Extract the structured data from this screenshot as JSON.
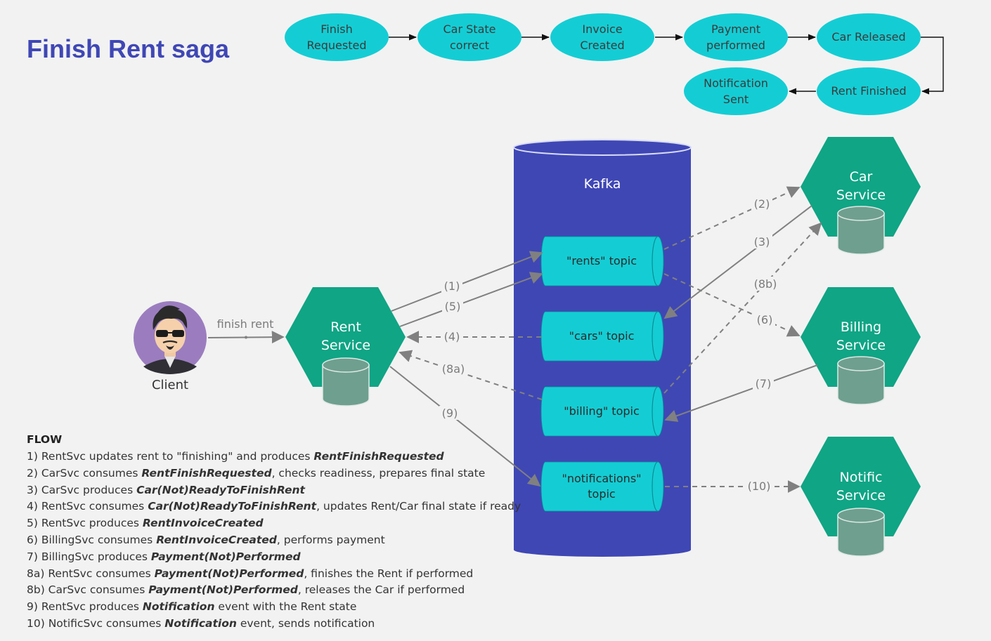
{
  "title": "Finish Rent saga",
  "colors": {
    "title": "#3f47b5",
    "state_fill": "#14cdd4",
    "service_fill": "#0fa585",
    "db_fill": "#6f9f8f",
    "kafka_fill": "#3f47b5",
    "topic_fill": "#14cdd4",
    "arrow": "#808080"
  },
  "states": [
    {
      "id": "s1",
      "lines": [
        "Finish",
        "Requested"
      ]
    },
    {
      "id": "s2",
      "lines": [
        "Car State",
        "correct"
      ]
    },
    {
      "id": "s3",
      "lines": [
        "Invoice",
        "Created"
      ]
    },
    {
      "id": "s4",
      "lines": [
        "Payment",
        "performed"
      ]
    },
    {
      "id": "s5",
      "lines": [
        "Car Released"
      ]
    },
    {
      "id": "s6",
      "lines": [
        "Rent Finished"
      ]
    },
    {
      "id": "s7",
      "lines": [
        "Notification",
        "Sent"
      ]
    }
  ],
  "client": {
    "label": "Client",
    "icon": "user-avatar-icon"
  },
  "client_edge_label": "finish rent",
  "services": {
    "rent": [
      "Rent",
      "Service"
    ],
    "car": [
      "Car",
      "Service"
    ],
    "billing": [
      "Billing",
      "Service"
    ],
    "notific": [
      "Notific",
      "Service"
    ]
  },
  "kafka": {
    "label": "Kafka",
    "topics": {
      "rents": [
        "\"rents\" topic"
      ],
      "cars": [
        "\"cars\" topic"
      ],
      "billing": [
        "\"billing\" topic"
      ],
      "notifications": [
        "\"notifications\"",
        "topic"
      ]
    }
  },
  "edge_labels": {
    "e1": "(1)",
    "e2": "(2)",
    "e3": "(3)",
    "e4": "(4)",
    "e5": "(5)",
    "e6": "(6)",
    "e7": "(7)",
    "e8a": "(8a)",
    "e8b": "(8b)",
    "e9": "(9)",
    "e10": "(10)"
  },
  "flow": {
    "title": "FLOW",
    "items": [
      [
        {
          "t": "1) RentSvc updates rent to \"finishing\" and produces "
        },
        {
          "t": "RentFinishRequested",
          "em": true
        }
      ],
      [
        {
          "t": "2) CarSvc consumes "
        },
        {
          "t": "RentFinishRequested",
          "em": true
        },
        {
          "t": ", checks readiness, prepares final state"
        }
      ],
      [
        {
          "t": "3) CarSvc produces "
        },
        {
          "t": "Car(Not)ReadyToFinishRent",
          "em": true
        }
      ],
      [
        {
          "t": "4) RentSvc consumes "
        },
        {
          "t": "Car(Not)ReadyToFinishRent",
          "em": true
        },
        {
          "t": ", updates Rent/Car final state if ready"
        }
      ],
      [
        {
          "t": "5) RentSvc produces "
        },
        {
          "t": "RentInvoiceCreated",
          "em": true
        }
      ],
      [
        {
          "t": "6) BillingSvc consumes "
        },
        {
          "t": "RentInvoiceCreated",
          "em": true
        },
        {
          "t": ", performs payment"
        }
      ],
      [
        {
          "t": "7) BillingSvc produces "
        },
        {
          "t": "Payment(Not)Performed",
          "em": true
        }
      ],
      [
        {
          "t": "8a) RentSvc consumes "
        },
        {
          "t": "Payment(Not)Performed",
          "em": true
        },
        {
          "t": ", finishes the Rent if performed"
        }
      ],
      [
        {
          "t": "8b) CarSvc consumes "
        },
        {
          "t": "Payment(Not)Performed",
          "em": true
        },
        {
          "t": ", releases the Car if performed"
        }
      ],
      [
        {
          "t": "9) RentSvc produces "
        },
        {
          "t": "Notification",
          "em": true
        },
        {
          "t": " event with the Rent state"
        }
      ],
      [
        {
          "t": "10) NotificSvc consumes "
        },
        {
          "t": "Notification",
          "em": true
        },
        {
          "t": " event, sends notification"
        }
      ]
    ]
  }
}
